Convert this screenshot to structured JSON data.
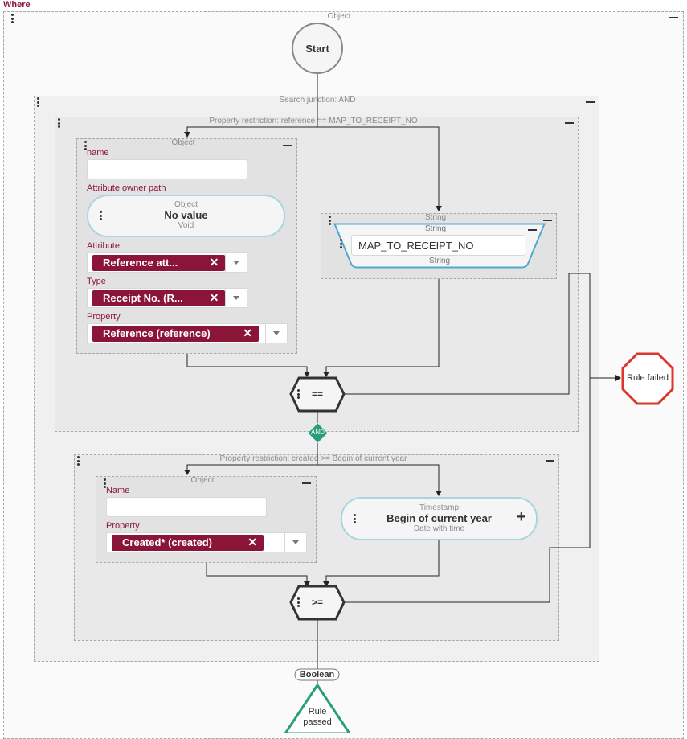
{
  "where_label": "Where",
  "outer": {
    "caption": "Object"
  },
  "start": {
    "label": "Start"
  },
  "junction": {
    "caption": "Search junction: AND"
  },
  "restriction1": {
    "caption": "Property restriction: reference == MAP_TO_RECEIPT_NO",
    "object": {
      "caption": "Object",
      "name_label": "name",
      "name_value": "",
      "owner_path_label": "Attribute owner path",
      "owner_path": {
        "type": "Object",
        "value": "No value",
        "sub": "Void"
      },
      "attribute_label": "Attribute",
      "attribute_chip": "Reference att...",
      "type_label": "Type",
      "type_chip": "Receipt No. (R...",
      "property_label": "Property",
      "property_chip": "Reference (reference)"
    },
    "string_container": {
      "caption": "String"
    },
    "string_node": {
      "caption": "String",
      "value": "MAP_TO_RECEIPT_NO",
      "sub": "String"
    },
    "operator": "=="
  },
  "and_badge": "AND",
  "restriction2": {
    "caption": "Property restriction: created >= Begin of current year",
    "object": {
      "caption": "Object",
      "name_label": "Name",
      "name_value": "",
      "property_label": "Property",
      "property_chip": "Created* (created)"
    },
    "timestamp": {
      "type": "Timestamp",
      "value": "Begin of current year",
      "sub": "Date with time",
      "plus": "+"
    },
    "operator": ">="
  },
  "boolean_label": "Boolean",
  "rule_failed": "Rule failed",
  "rule_passed": "Rule passed",
  "colors": {
    "accent": "#8a1538",
    "failed": "#d9372b",
    "passed": "#2a9d7c",
    "pill_border": "#a9d5e0"
  }
}
